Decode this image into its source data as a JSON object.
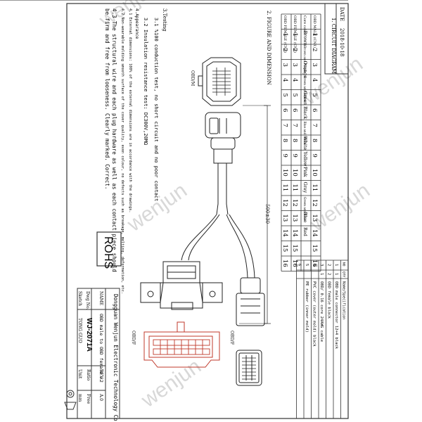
{
  "header": {
    "date_label": "DATE",
    "date_value": "2018-10-18",
    "section1": "1. CIRCUIT DIAGRAM",
    "section2": "2. FIGURE AND DIMENSION",
    "section3": "3.Testing"
  },
  "pin_table": {
    "row_labels": [
      "OBD MALE (CN1)",
      "Core color",
      "OBD FEMALE (CN2)",
      "OBD FEMALE (CN3)"
    ],
    "pins": [
      "1",
      "2",
      "3",
      "4",
      "5",
      "6",
      "7",
      "8",
      "9",
      "10",
      "11",
      "12",
      "13",
      "14",
      "15",
      "16"
    ],
    "colors": [
      "Brown",
      "Brown and Purple",
      "Orange",
      "Green and Yellow",
      "Green",
      "Black",
      "Blue and White",
      "White",
      "Yellow",
      "Pink",
      "Gray",
      "Green and Blue",
      "Blue",
      "Red"
    ]
  },
  "testing": {
    "item1": "3.1 %100 conduction test, no short circuit and no poor contact",
    "item2": "3.2 Insulation resistance test: DC300V,20MΩ",
    "section4": "4.Appearance",
    "item41": "4.1 External dimensions: 100% of the external dimensions are in accordance with the drawings.",
    "item42": "4.2 Non-wearable molding smooth surface of the cover quality, even colour, no defects such as breakage, melting, deformation, etc.",
    "item43_a": "4.3 The structural wire and each plug hardware as well as each contact piece should",
    "item43_b": "be firm and free from looseness. Clearly marked. Correct."
  },
  "drawing": {
    "cn1_label": "OBD/M",
    "cn2_label": "OBD/F",
    "cn3_label": "OBD/F",
    "dimension": "500±30",
    "rohs": "ROHS"
  },
  "bom": {
    "header_no": "NO",
    "header_qty": "QTY",
    "header_name": "Name/Specification",
    "rows": [
      {
        "no": "1",
        "qty": "1",
        "name": "OBD male connector 12+4 black"
      },
      {
        "no": "2",
        "qty": "2",
        "name": "OBD female black"
      },
      {
        "no": "3",
        "qty": "1",
        "name": "OBD/ 0.16 core 24AWG cable"
      },
      {
        "no": "4",
        "qty": "",
        "name": "PVC cover (outer mold) black"
      },
      {
        "no": "5",
        "qty": "",
        "name": "PE rubber (inner mold)"
      },
      {
        "no": "6",
        "qty": "",
        "name": ""
      }
    ]
  },
  "title_block": {
    "company": "Dongguan Wenjun Electronic Technology Co., Ltd.",
    "name_label": "NAME",
    "name_value": "OBD male to OBD female x2",
    "drawing_no_label": "Dwg No.",
    "drawing_no_value": "WJ-2071A",
    "sketch_label": "Sketch",
    "sketch_value": "TONG GUO",
    "rev_label": "REV",
    "rev_value": "A.0",
    "ratio_label": "Ratio",
    "ratio_value": "Free",
    "unit_label": "Unit",
    "unit_value": "mm"
  },
  "watermark": "wenjun"
}
